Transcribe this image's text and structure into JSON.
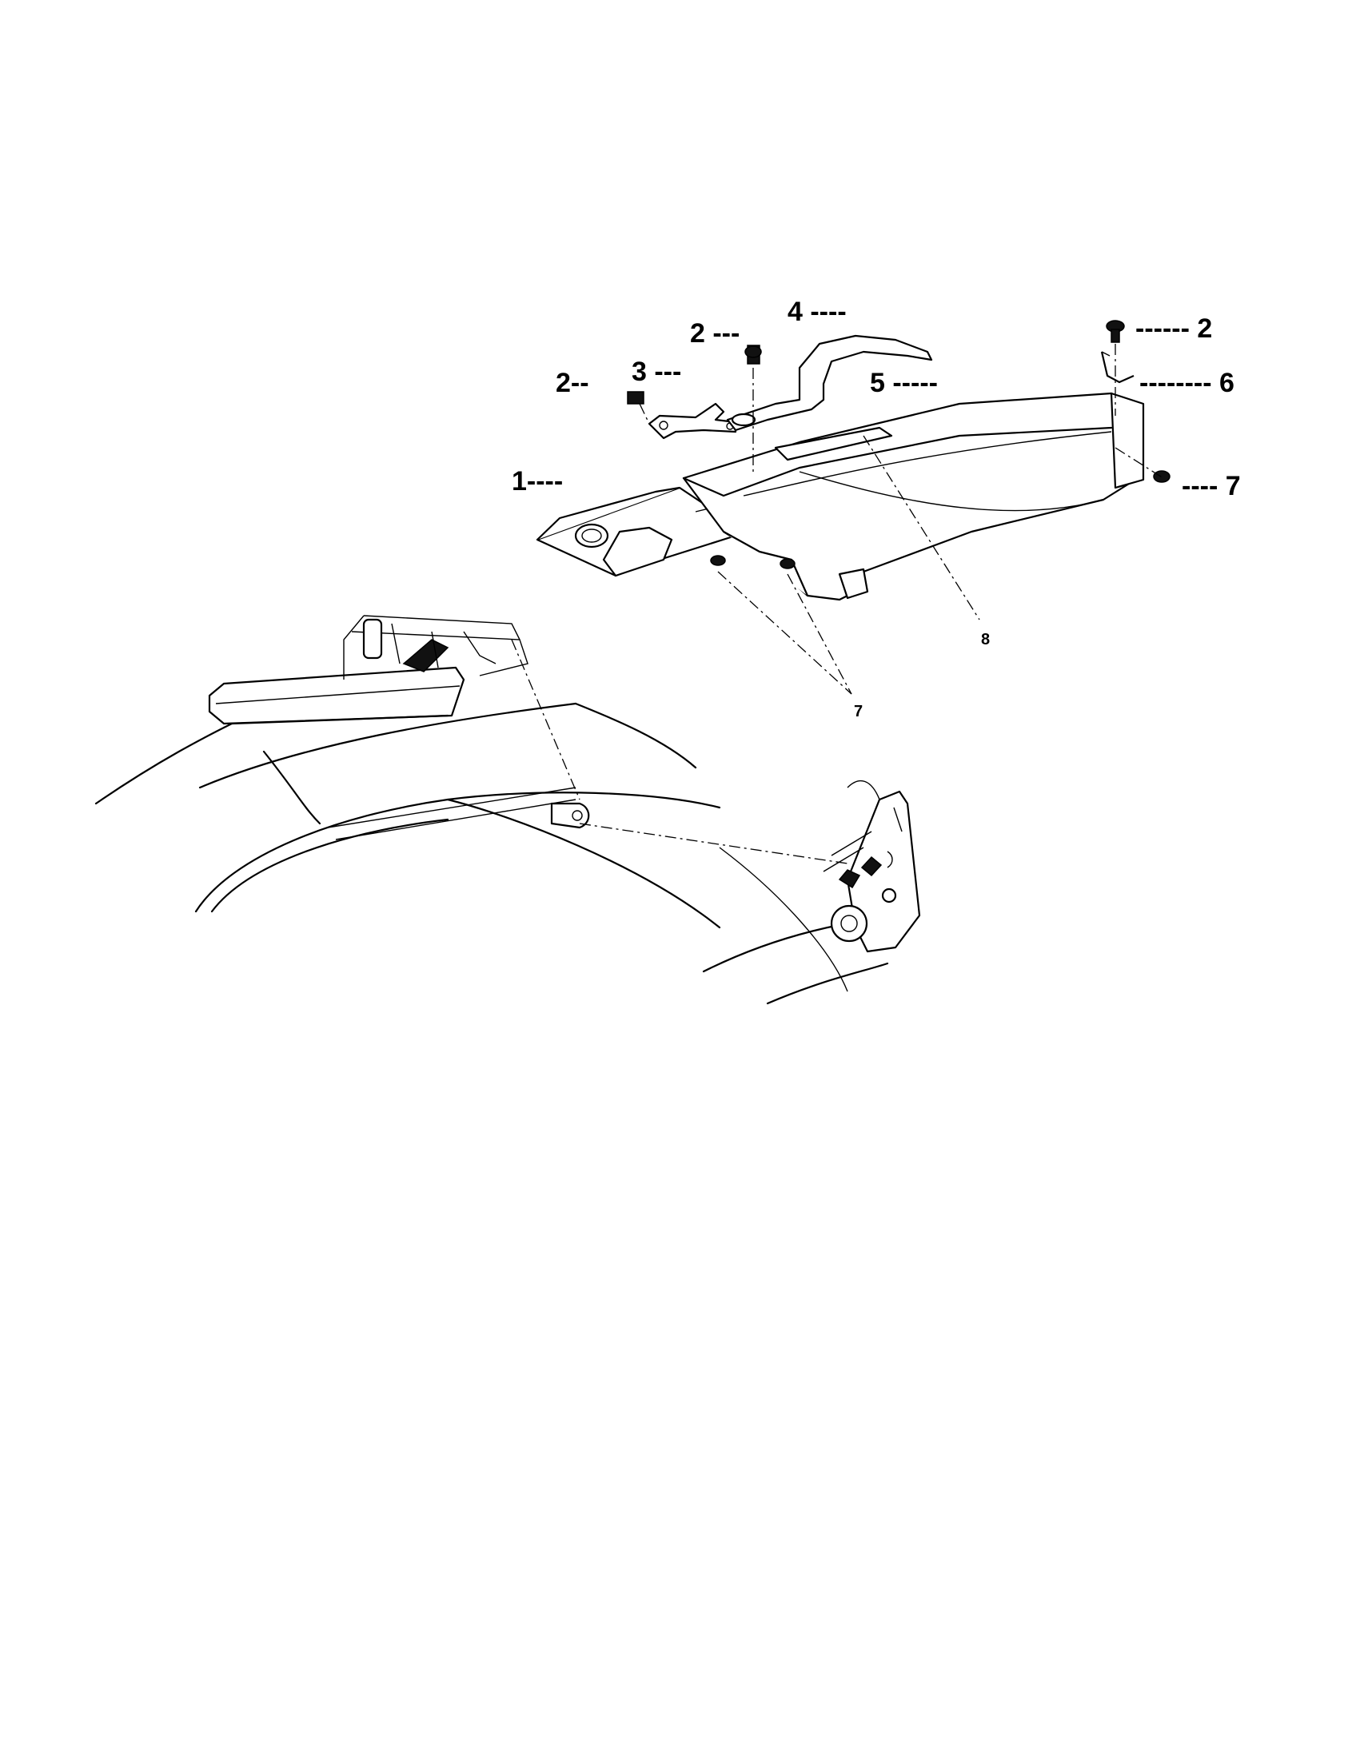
{
  "callouts": {
    "part_1": "1----",
    "part_2_left": "2--",
    "part_2_mid": "2 ---",
    "part_2_right": "------ 2",
    "part_3": "3 ---",
    "part_4": "4 ----",
    "part_5": "5 -----",
    "part_6": "-------- 6",
    "part_7_right": "---- 7",
    "part_7_bottom": "7",
    "part_8": "8"
  }
}
